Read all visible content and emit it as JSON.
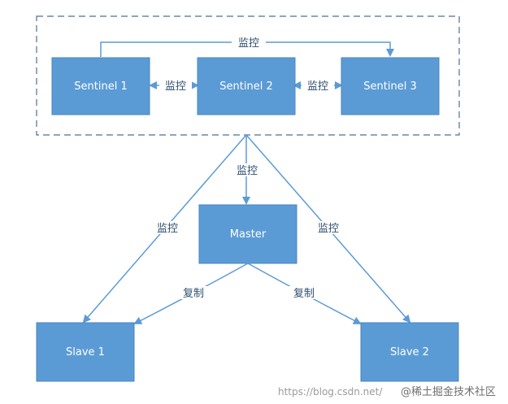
{
  "colors": {
    "node_fill": "#5b9bd5",
    "node_stroke": "#4a86bf",
    "edge": "#5b9bd5",
    "group_border": "#4f6f8f",
    "label_text": "#2f4f6f"
  },
  "nodes": {
    "sentinel1": "Sentinel 1",
    "sentinel2": "Sentinel 2",
    "sentinel3": "Sentinel 3",
    "master": "Master",
    "slave1": "Slave 1",
    "slave2": "Slave 2"
  },
  "edges": {
    "monitor_top": "监控",
    "monitor_s1_s2": "监控",
    "monitor_s2_s3": "监控",
    "monitor_master": "监控",
    "monitor_slave1": "监控",
    "monitor_slave2": "监控",
    "replicate_slave1": "复制",
    "replicate_slave2": "复制"
  },
  "watermark": {
    "url": "https://blog.csdn.net/",
    "brand": "@稀土掘金技术社区"
  }
}
